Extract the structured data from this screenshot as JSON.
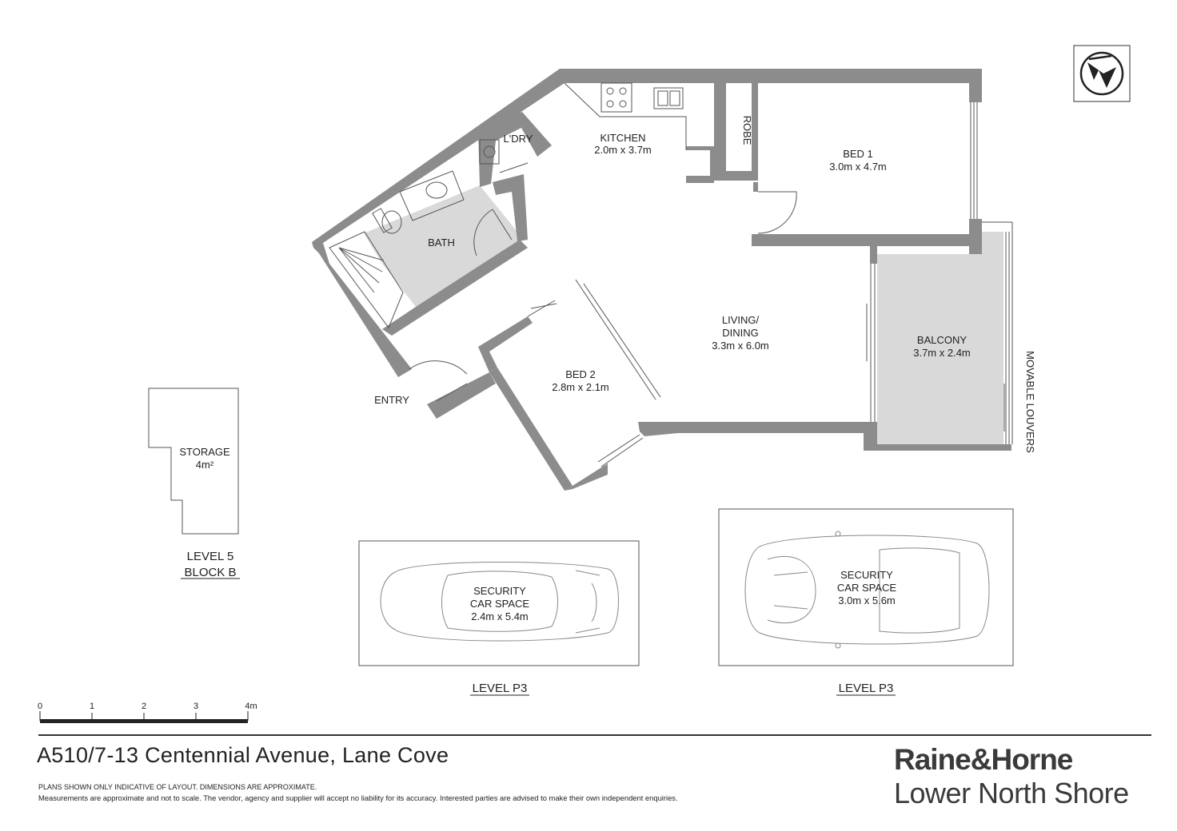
{
  "rooms": {
    "kitchen": {
      "name": "KITCHEN",
      "size": "2.0m x 3.7m"
    },
    "laundry": {
      "name": "L'DRY"
    },
    "robe": {
      "name": "ROBE"
    },
    "bed1": {
      "name": "BED 1",
      "size": "3.0m x 4.7m"
    },
    "bath": {
      "name": "BATH"
    },
    "living": {
      "name1": "LIVING/",
      "name2": "DINING",
      "size": "3.3m x 6.0m"
    },
    "balcony": {
      "name": "BALCONY",
      "size": "3.7m x 2.4m"
    },
    "bed2": {
      "name": "BED 2",
      "size": "2.8m x 2.1m"
    },
    "entry": {
      "name": "ENTRY"
    },
    "louvers": {
      "name": "MOVABLE LOUVERS"
    },
    "storage": {
      "name": "STORAGE",
      "size": "4m²"
    }
  },
  "storage_level": {
    "line1": "LEVEL 5",
    "line2": "BLOCK B"
  },
  "car_spaces": [
    {
      "line1": "SECURITY",
      "line2": "CAR SPACE",
      "size": "2.4m x 5.4m",
      "level": "LEVEL P3"
    },
    {
      "line1": "SECURITY",
      "line2": "CAR SPACE",
      "size": "3.0m x 5.6m",
      "level": "LEVEL P3"
    }
  ],
  "scale_bar": {
    "ticks": [
      "0",
      "1",
      "2",
      "3",
      "4m"
    ]
  },
  "footer": {
    "address": "A510/7-13 Centennial Avenue, Lane Cove",
    "disclaimer1": "PLANS SHOWN ONLY INDICATIVE OF LAYOUT. DIMENSIONS ARE APPROXIMATE.",
    "disclaimer2": "Measurements are approximate and not to scale. The vendor, agency and supplier will accept no liability for its accuracy. Interested parties are advised to make their own independent enquiries.",
    "brand_line1": "Raine&Horne",
    "brand_line2": "Lower North Shore"
  },
  "colors": {
    "wall": "#8c8c8c",
    "wet_area": "#d9d9d9",
    "line": "#555555"
  },
  "icons": {
    "north": "north-arrow-icon"
  }
}
